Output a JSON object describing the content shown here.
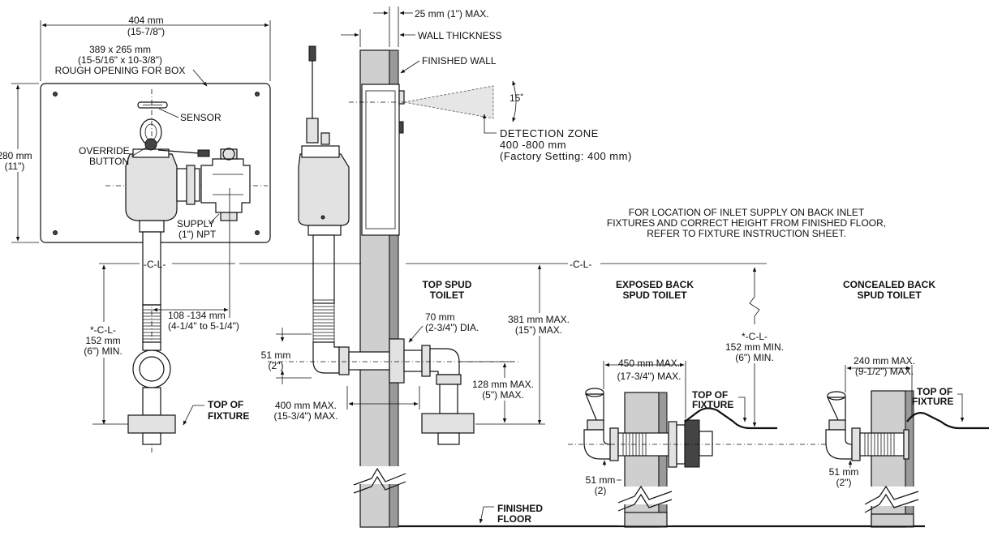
{
  "dimensions": {
    "box_width_mm": "404 mm",
    "box_width_in": "(15-7/8\")",
    "opening_size_mm": "389 x 265 mm",
    "opening_size_in": "(15-5/16\" x 10-3/8\")",
    "opening_caption": "ROUGH OPENING FOR BOX",
    "box_height_mm": "280 mm",
    "box_height_in": "(11\")",
    "offset_range_mm": "108 -134 mm",
    "offset_range_in": "(4-1/4\" to 5-1/4\")",
    "wall_max": "25 mm (1\") MAX.",
    "cl_min_mm": "152 mm",
    "cl_min_in": "(6\") MIN.",
    "spud_dia_mm": "70 mm",
    "spud_dia_in": "(2-3/4\") DIA.",
    "rough_51_mm": "51 mm",
    "rough_51_in": "(2\")",
    "height_381": "381 mm MAX.",
    "height_381_in": "(15\") MAX.",
    "height_128": "128 mm MAX.",
    "height_128_in": "(5\") MAX.",
    "horiz_400": "400 mm MAX.",
    "horiz_400_in": "(15-3/4\") MAX.",
    "exposed_450": "450 mm MAX.",
    "exposed_450_in": "(17-3/4\") MAX.",
    "cl_min2_mm": "152 mm MIN.",
    "cl_min2_in": "(6\") MIN.",
    "concealed_240": "240 mm MAX.",
    "concealed_240_in": "(9-1/2\") MAX.",
    "exposed_51": "51 mm",
    "exposed_51_in": "(2)",
    "concealed_51": "51 mm",
    "concealed_51_in": "(2\")",
    "angle": "15˚"
  },
  "labels": {
    "sensor": "SENSOR",
    "override_1": "OVERRIDE",
    "override_2": "BUTTON",
    "supply_1": "SUPPLY",
    "supply_2": "(1\") NPT",
    "cl": "-C-L-",
    "cl_star": "*-C-L-",
    "top_fixture_1": "TOP OF",
    "top_fixture_2": "FIXTURE",
    "wall_thickness": "WALL THICKNESS",
    "finished_wall": "FINISHED WALL",
    "detection_1": "DETECTION ZONE",
    "detection_2": "400 -800 mm",
    "detection_3": "(Factory Setting: 400 mm)",
    "note_1": "FOR LOCATION OF INLET SUPPLY ON BACK INLET",
    "note_2": "FIXTURES AND CORRECT HEIGHT FROM FINISHED FLOOR,",
    "note_3": "REFER TO FIXTURE INSTRUCTION SHEET.",
    "top_spud_1": "TOP SPUD",
    "top_spud_2": "TOILET",
    "exposed_1": "EXPOSED BACK",
    "exposed_2": "SPUD TOILET",
    "concealed_1": "CONCEALED BACK",
    "concealed_2": "SPUD TOILET",
    "finished_floor_1": "FINISHED",
    "finished_floor_2": "FLOOR"
  }
}
